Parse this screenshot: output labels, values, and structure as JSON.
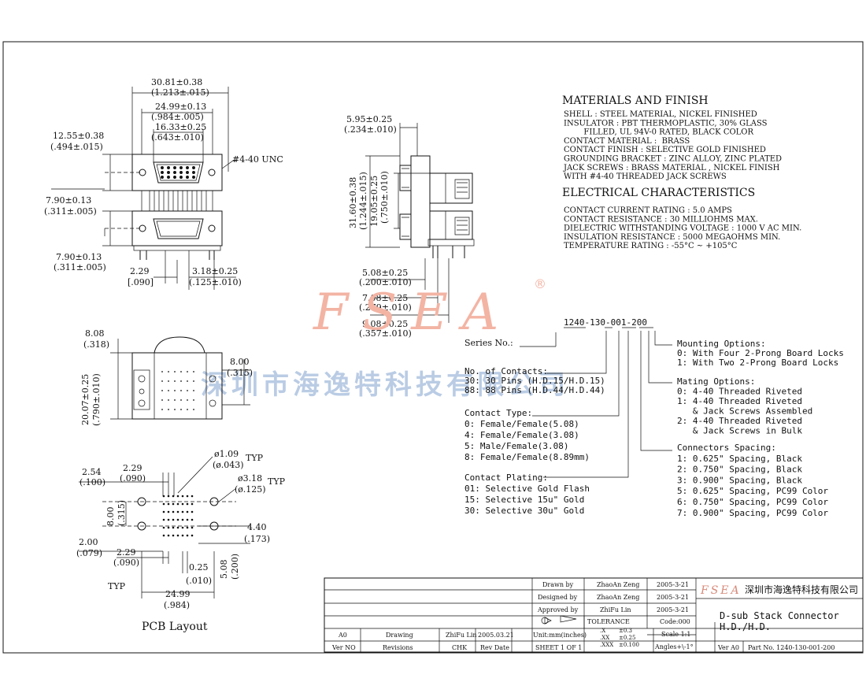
{
  "logo": {
    "text": "FSEA",
    "registered": "®"
  },
  "watermark": "深圳市海逸特科技有限公司",
  "front_view": {
    "dim_width": "30.81±0.38",
    "dim_width_in": "(1.213±.015)",
    "dim_mid": "24.99±0.13",
    "dim_mid_in": "(.984±.005)",
    "dim_inner": "16.33±0.25",
    "dim_inner_in": "(.643±.010)",
    "dim_left_h": "12.55±0.38",
    "dim_left_h_in": "(.494±.015)",
    "thread": "#4-40 UNC",
    "dim_790_a": "7.90±0.13",
    "dim_790_a_in": "(.311±.005)",
    "dim_790_b": "7.90±0.13",
    "dim_790_b_in": "(.311±.005)",
    "dim_229": "2.29",
    "dim_229_in": "[.090]",
    "dim_318": "3.18±0.25",
    "dim_318_in": "(.125±.010)"
  },
  "side_view": {
    "dim_595": "5.95±0.25",
    "dim_595_in": "(.234±.010)",
    "dim_3160": "31.60±0.38",
    "dim_3160_in": "(1.244±.015)",
    "dim_1905": "19.05±0.25",
    "dim_1905_in": "(.750±.010)",
    "dim_508": "5.08±0.25",
    "dim_508_in": "(.200±.010)",
    "dim_708": "7.08±0.25",
    "dim_708_in": "(.279±.010)",
    "dim_908": "9.08±0.25",
    "dim_908_in": "(.357±.010)"
  },
  "bottom_view": {
    "dim_808": "8.08",
    "dim_808_in": "(.318)",
    "dim_2007": "20.07±0.25",
    "dim_2007_in": "(.790±.010)",
    "dim_800": "8.00",
    "dim_800_in": "(.315)"
  },
  "pcb": {
    "title": "PCB Layout",
    "dim_254": "2.54",
    "dim_254_in": "(.100)",
    "dim_229": "2.29",
    "dim_229_in": "(.090)",
    "dim_109": "ø1.09",
    "dim_109_in": "(ø.043)",
    "typ1": "TYP",
    "dim_318": "ø3.18",
    "dim_318_in": "(ø.125)",
    "typ2": "TYP",
    "dim_800": "8.00",
    "dim_800_in": "(.315)",
    "dim_440": "4.40",
    "dim_440_in": "(.173)",
    "dim_200": "2.00",
    "dim_200_in": "(.079)",
    "dim_229b": "2.29",
    "dim_229b_in": "(.090)",
    "dim_025": "0.25",
    "dim_025_in": "(.010)",
    "dim_508": "5.08",
    "dim_508_in": "(.200)",
    "typ3": "TYP",
    "dim_2499": "24.99",
    "dim_2499_in": "(.984)"
  },
  "materials": {
    "heading": "MATERIALS AND FINISH",
    "lines": [
      "SHELL : STEEL MATERIAL, NICKEL FINISHED",
      "INSULATOR : PBT THERMOPLASTIC, 30% GLASS",
      "        FILLED, UL 94V-0 RATED, BLACK COLOR",
      "CONTACT MATERIAL :  BRASS",
      "CONTACT FINISH : SELECTIVE GOLD FINISHED",
      "GROUNDING BRACKET : ZINC ALLOY, ZINC PLATED",
      "JACK SCREWS : BRASS MATERIAL , NICKEL FINISH",
      "WITH #4-40 THREADED JACK SCREWS"
    ]
  },
  "electrical": {
    "heading": "ELECTRICAL CHARACTERISTICS",
    "lines": [
      "CONTACT CURRENT RATING : 5.0 AMPS",
      "CONTACT RESISTANCE : 30 MILLIOHMS MAX.",
      "DIELECTRIC WITHSTANDING VOLTAGE : 1000 V AC MIN.",
      "INSULATION RESISTANCE : 5000 MEGAOHMS MIN.",
      "TEMPERATURE RATING : -55°C ~ +105°C"
    ]
  },
  "part_code": {
    "code": "1240-130-001-200",
    "series_label": "Series No.:",
    "contacts": [
      "No. of Contacts:",
      "30: 30 Pins (H.D.15/H.D.15)",
      "88: 88 Pins (H.D.44/H.D.44)"
    ],
    "contact_type": [
      "Contact Type:",
      "0: Female/Female(5.08)",
      "4: Female/Female(3.08)",
      "5: Male/Female(3.08)",
      "8: Female/Female(8.89mm)"
    ],
    "plating": [
      "Contact Plating:",
      "01: Selective Gold Flash",
      "15: Selective 15u\" Gold",
      "30: Selective 30u\" Gold"
    ],
    "mounting": [
      "Mounting Options:",
      "0: With Four 2-Prong Board Locks",
      "1: With Two 2-Prong Board Locks"
    ],
    "mating": [
      "Mating Options:",
      "0: 4-40 Threaded Riveted",
      "1: 4-40 Threaded Riveted",
      "   & Jack Screws Assembled",
      "2: 4-40 Threaded Riveted",
      "   & Jack Screws in Bulk"
    ],
    "spacing": [
      "Connectors Spacing:",
      "1: 0.625\" Spacing, Black",
      "2: 0.750\" Spacing, Black",
      "3: 0.900\" Spacing, Black",
      "5: 0.625\" Spacing, PC99 Color",
      "6: 0.750\" Spacing, PC99 Color",
      "7: 0.900\" Spacing, PC99 Color"
    ]
  },
  "title_block": {
    "drawn_label": "Drawn  by",
    "drawn_name": "ZhaoAn Zeng",
    "drawn_date": "2005-3-21",
    "designed_label": "Designed by",
    "designed_name": "ZhaoAn Zeng",
    "designed_date": "2005-3-21",
    "approved_label": "Approved by",
    "approved_name": "ZhiFu Lin",
    "approved_date": "2005-3-21",
    "tolerance_label": "TOLERANCE",
    "tol_x": ".X",
    "tol_x_val": "±0.3",
    "tol_xx": ".XX",
    "tol_xx_val": "±0.25",
    "tol_xxx": ".XXX",
    "tol_xxx_val": "±0.100",
    "code_label": "Code:000",
    "scale": "Scale 1:1",
    "angles": "Angles+\\-1°",
    "units": "Unit:mm(inches)",
    "sheet": "SHEET 1 OF 1",
    "rev_a0": "A0",
    "rev_drawing": "Drawing",
    "rev_chk_name": "ZhiFu Lin",
    "rev_date": "2005.03.21",
    "hdr_ver": "Ver NO",
    "hdr_revisions": "Revisions",
    "hdr_chk": "CHK",
    "hdr_revdate": "Rev Date",
    "company": "深圳市海逸特科技有限公司",
    "product": "D-sub Stack Connector",
    "product2": "H.D./H.D.",
    "ver": "Ver A0",
    "part_no": "Part No. 1240-130-001-200"
  }
}
